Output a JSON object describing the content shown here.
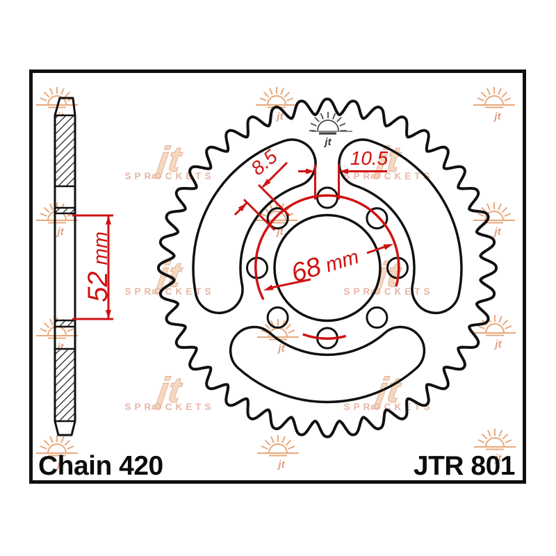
{
  "product": {
    "chain_label": "Chain 420",
    "part_number": "JTR 801"
  },
  "watermark": {
    "brand_short": "jt",
    "brand_text": "SPROCKETS"
  },
  "dimensions": {
    "side_width": {
      "value": "52",
      "unit": "mm"
    },
    "bolt_hole_diameter": {
      "value": "8.5"
    },
    "slot_width": {
      "value": "10.5"
    },
    "bolt_circle_diameter": {
      "value": "68",
      "unit": "mm"
    }
  },
  "diagram": {
    "teeth_shown": 40,
    "bolt_holes": 8,
    "cutouts": 3
  }
}
